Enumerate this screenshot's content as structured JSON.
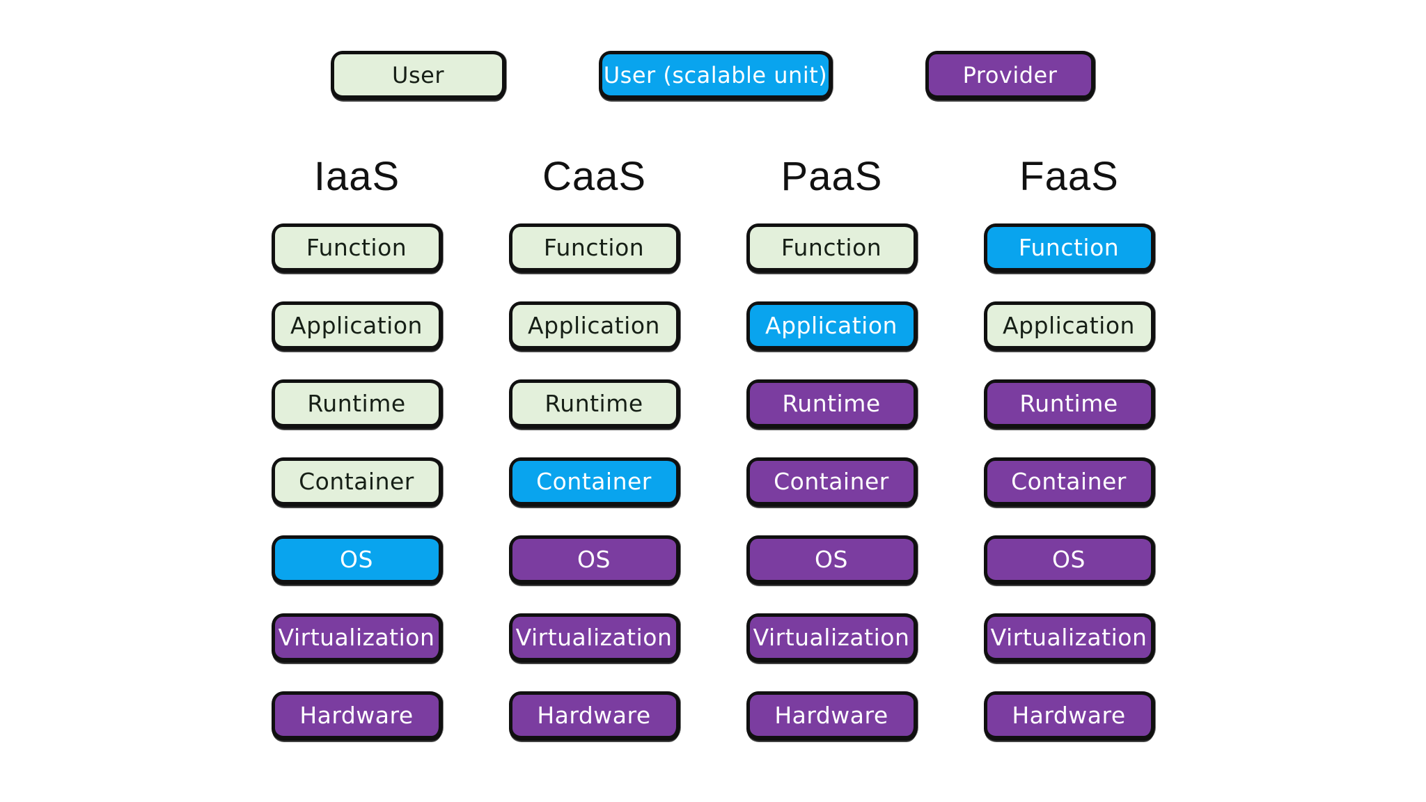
{
  "palette": {
    "user_fill": "#e3f0db",
    "user_text": "#161f16",
    "scalable_fill": "#09a4ee",
    "scalable_text": "#ffffff",
    "provider_fill": "#7b3da0",
    "provider_text": "#ffffff",
    "border": "#101010",
    "background": "#ffffff",
    "title_text": "#111111"
  },
  "legend": [
    {
      "label": "User",
      "role": "user"
    },
    {
      "label": "User (scalable unit)",
      "role": "scalable"
    },
    {
      "label": "Provider",
      "role": "provider"
    }
  ],
  "columns": [
    {
      "title": "IaaS",
      "layers": [
        {
          "label": "Function",
          "role": "user"
        },
        {
          "label": "Application",
          "role": "user"
        },
        {
          "label": "Runtime",
          "role": "user"
        },
        {
          "label": "Container",
          "role": "user"
        },
        {
          "label": "OS",
          "role": "scalable"
        },
        {
          "label": "Virtualization",
          "role": "provider"
        },
        {
          "label": "Hardware",
          "role": "provider"
        }
      ]
    },
    {
      "title": "CaaS",
      "layers": [
        {
          "label": "Function",
          "role": "user"
        },
        {
          "label": "Application",
          "role": "user"
        },
        {
          "label": "Runtime",
          "role": "user"
        },
        {
          "label": "Container",
          "role": "scalable"
        },
        {
          "label": "OS",
          "role": "provider"
        },
        {
          "label": "Virtualization",
          "role": "provider"
        },
        {
          "label": "Hardware",
          "role": "provider"
        }
      ]
    },
    {
      "title": "PaaS",
      "layers": [
        {
          "label": "Function",
          "role": "user"
        },
        {
          "label": "Application",
          "role": "scalable"
        },
        {
          "label": "Runtime",
          "role": "provider"
        },
        {
          "label": "Container",
          "role": "provider"
        },
        {
          "label": "OS",
          "role": "provider"
        },
        {
          "label": "Virtualization",
          "role": "provider"
        },
        {
          "label": "Hardware",
          "role": "provider"
        }
      ]
    },
    {
      "title": "FaaS",
      "layers": [
        {
          "label": "Function",
          "role": "scalable"
        },
        {
          "label": "Application",
          "role": "user"
        },
        {
          "label": "Runtime",
          "role": "provider"
        },
        {
          "label": "Container",
          "role": "provider"
        },
        {
          "label": "OS",
          "role": "provider"
        },
        {
          "label": "Virtualization",
          "role": "provider"
        },
        {
          "label": "Hardware",
          "role": "provider"
        }
      ]
    }
  ]
}
